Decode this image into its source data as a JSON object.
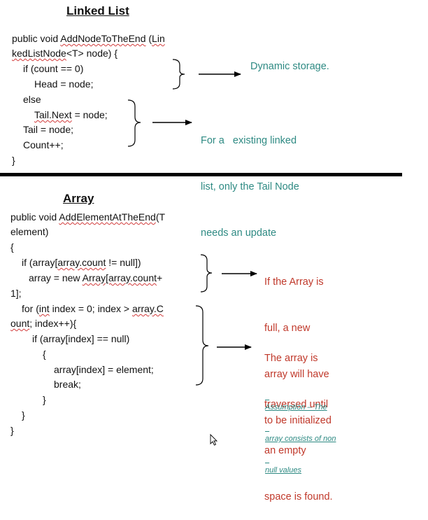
{
  "linked_list": {
    "title": "Linked List",
    "code": {
      "l1_a": "public void ",
      "l1_b": "AddNodeToTheEnd",
      "l1_c": " (",
      "l1_d": "Lin",
      "l2_a": "kedListNode",
      "l2_b": "<T> node) {",
      "l3": "if (count == 0)",
      "l4": "Head = node;",
      "l5": "else",
      "l6_a": "Tail.Next",
      "l6_b": " = node;",
      "l7": "Tail = node;",
      "l8": "Count++;",
      "l9": "}"
    },
    "note1": "Dynamic storage.",
    "note2": [
      "For a   existing linked",
      "list, only the Tail Node",
      "needs an update"
    ]
  },
  "array": {
    "title": "Array",
    "code": {
      "l1_a": "public void ",
      "l1_b": "AddElementAtTheEnd",
      "l1_c": "(T",
      "l2": "element)",
      "l3": "{",
      "l4_a": "if (array[",
      "l4_b": "array.count",
      "l4_c": " != null])",
      "l5_a": "array = new ",
      "l5_b": "Array[array.count",
      "l5_c": "+",
      "l6": "1];",
      "l7_a": "for (",
      "l7_b": "int",
      "l7_c": " index = 0; index > ",
      "l7_d": "array.C",
      "l8_a": "ount",
      "l8_b": "; index++){",
      "l9": "if (array[index] == null)",
      "l10": "{",
      "l11": "array[index] = element;",
      "l12": "break;",
      "l13": "}",
      "l14": "}",
      "l15": "}"
    },
    "note1": [
      "If the Array is",
      "full, a new",
      "array will have",
      "to be initialized"
    ],
    "note2": [
      "The array is",
      "traversed until",
      "an empty",
      "space is found."
    ],
    "assumption": [
      "Assumption – The",
      "array consists of non",
      "null values"
    ]
  },
  "colors": {
    "note_green": "#2e8a83",
    "note_red": "#c0392b",
    "squiggle": "#d23b3b"
  }
}
